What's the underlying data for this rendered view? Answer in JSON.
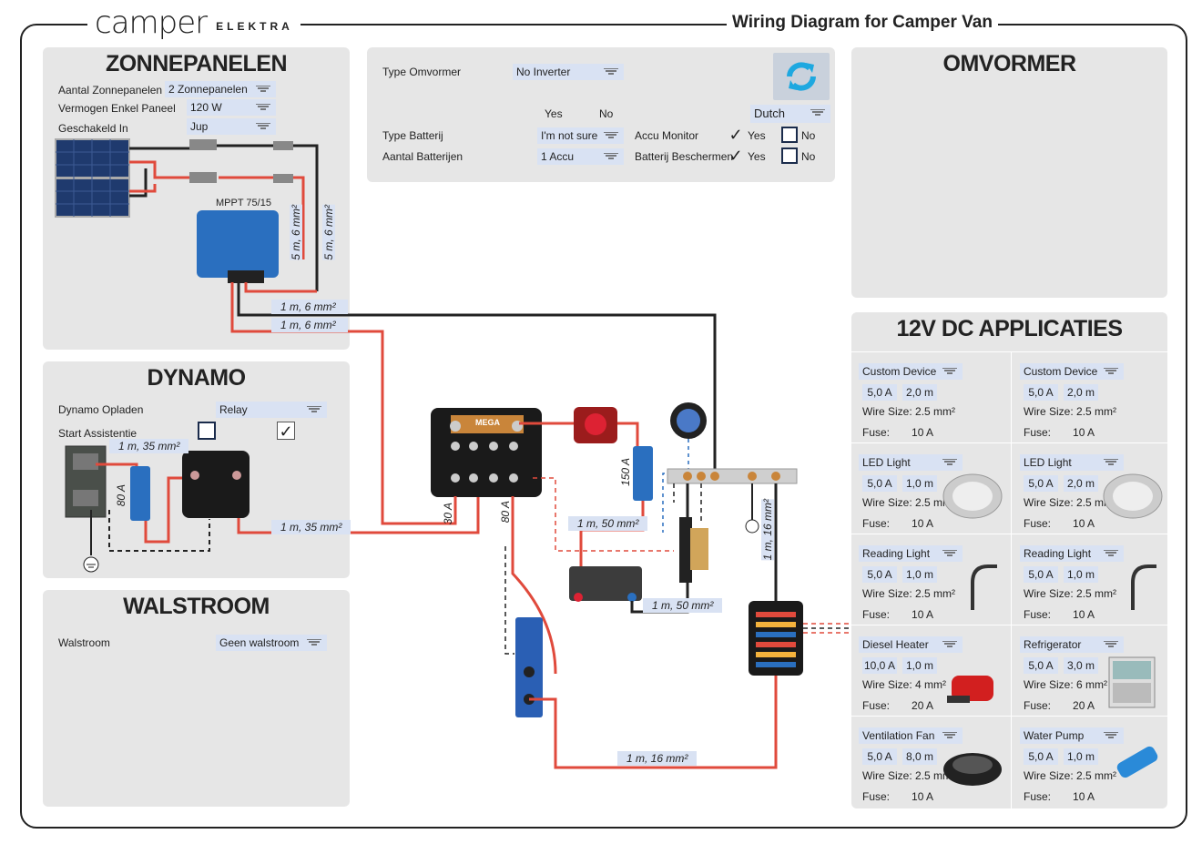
{
  "brand": {
    "logo": "camper",
    "sub": "ELEKTRA"
  },
  "title": "Wiring Diagram for Camper Van",
  "zonnepanelen": {
    "heading": "ZONNEPANELEN",
    "fields": [
      {
        "label": "Aantal Zonnepanelen",
        "value": "2 Zonnepanelen"
      },
      {
        "label": "Vermogen Enkel Paneel",
        "value": "120 W"
      },
      {
        "label": "Geschakeld In",
        "value": "Jup"
      }
    ],
    "mppt": "MPPT 75/15",
    "wires": [
      "5 m, 6 mm²",
      "5 m, 6 mm²",
      "1 m, 6 mm²",
      "1 m, 6 mm²"
    ]
  },
  "settings": {
    "type_omvormer_label": "Type Omvormer",
    "type_omvormer_value": "No Inverter",
    "yes": "Yes",
    "no": "No",
    "language": "Dutch",
    "type_batterij_label": "Type Batterij",
    "type_batterij_value": "I'm not sure",
    "aantal_batterijen_label": "Aantal Batterijen",
    "aantal_batterijen_value": "1 Accu",
    "accu_monitor_label": "Accu Monitor",
    "batterij_beschermen_label": "Batterij Beschermen",
    "opt_yes": "Yes",
    "opt_no": "No",
    "refresh_icon": "refresh-icon"
  },
  "omvormer": {
    "heading": "OMVORMER"
  },
  "dynamo": {
    "heading": "DYNAMO",
    "opladen_label": "Dynamo Opladen",
    "opladen_value": "Relay",
    "start_label": "Start Assistentie",
    "wire1": "1 m, 35 mm²",
    "fuse": "80 A",
    "wire2": "1 m, 35 mm²"
  },
  "walstroom": {
    "heading": "WALSTROOM",
    "label": "Walstroom",
    "value": "Geen walstroom"
  },
  "center": {
    "mega": "MEGA",
    "fuse30": "30 A",
    "fuse80": "80 A",
    "fuse150": "150 A",
    "wire50a": "1 m, 50 mm²",
    "wire50b": "1 m, 50 mm²",
    "wire16v": "1 m, 16 mm²",
    "wire16h": "1 m, 16 mm²"
  },
  "dc": {
    "heading": "12V DC APPLICATIES",
    "ws_label": "Wire Size:",
    "fuse_label": "Fuse:",
    "devices": [
      {
        "name": "Custom Device",
        "amp": "5,0 A",
        "len": "2,0 m",
        "ws": "2.5 mm²",
        "fuse": "10 A",
        "icon": ""
      },
      {
        "name": "Custom Device",
        "amp": "5,0 A",
        "len": "2,0 m",
        "ws": "2.5 mm²",
        "fuse": "10 A",
        "icon": ""
      },
      {
        "name": "LED Light",
        "amp": "5,0 A",
        "len": "1,0 m",
        "ws": "2.5 mm²",
        "fuse": "10 A",
        "icon": "led-light-icon"
      },
      {
        "name": "LED Light",
        "amp": "5,0 A",
        "len": "2,0 m",
        "ws": "2.5 mm²",
        "fuse": "10 A",
        "icon": "led-light-icon"
      },
      {
        "name": "Reading Light",
        "amp": "5,0 A",
        "len": "1,0 m",
        "ws": "2.5 mm²",
        "fuse": "10 A",
        "icon": "reading-light-icon"
      },
      {
        "name": "Reading Light",
        "amp": "5,0 A",
        "len": "1,0 m",
        "ws": "2.5 mm²",
        "fuse": "10 A",
        "icon": "reading-light-icon"
      },
      {
        "name": "Diesel Heater",
        "amp": "10,0 A",
        "len": "1,0 m",
        "ws": "4 mm²",
        "fuse": "20 A",
        "icon": "diesel-heater-icon"
      },
      {
        "name": "Refrigerator",
        "amp": "5,0 A",
        "len": "3,0 m",
        "ws": "6 mm²",
        "fuse": "20 A",
        "icon": "refrigerator-icon"
      },
      {
        "name": "Ventilation Fan",
        "amp": "5,0 A",
        "len": "8,0 m",
        "ws": "2.5 mm²",
        "fuse": "10 A",
        "icon": "ventilation-fan-icon"
      },
      {
        "name": "Water Pump",
        "amp": "5,0 A",
        "len": "1,0 m",
        "ws": "2.5 mm²",
        "fuse": "10 A",
        "icon": "water-pump-icon"
      }
    ]
  }
}
